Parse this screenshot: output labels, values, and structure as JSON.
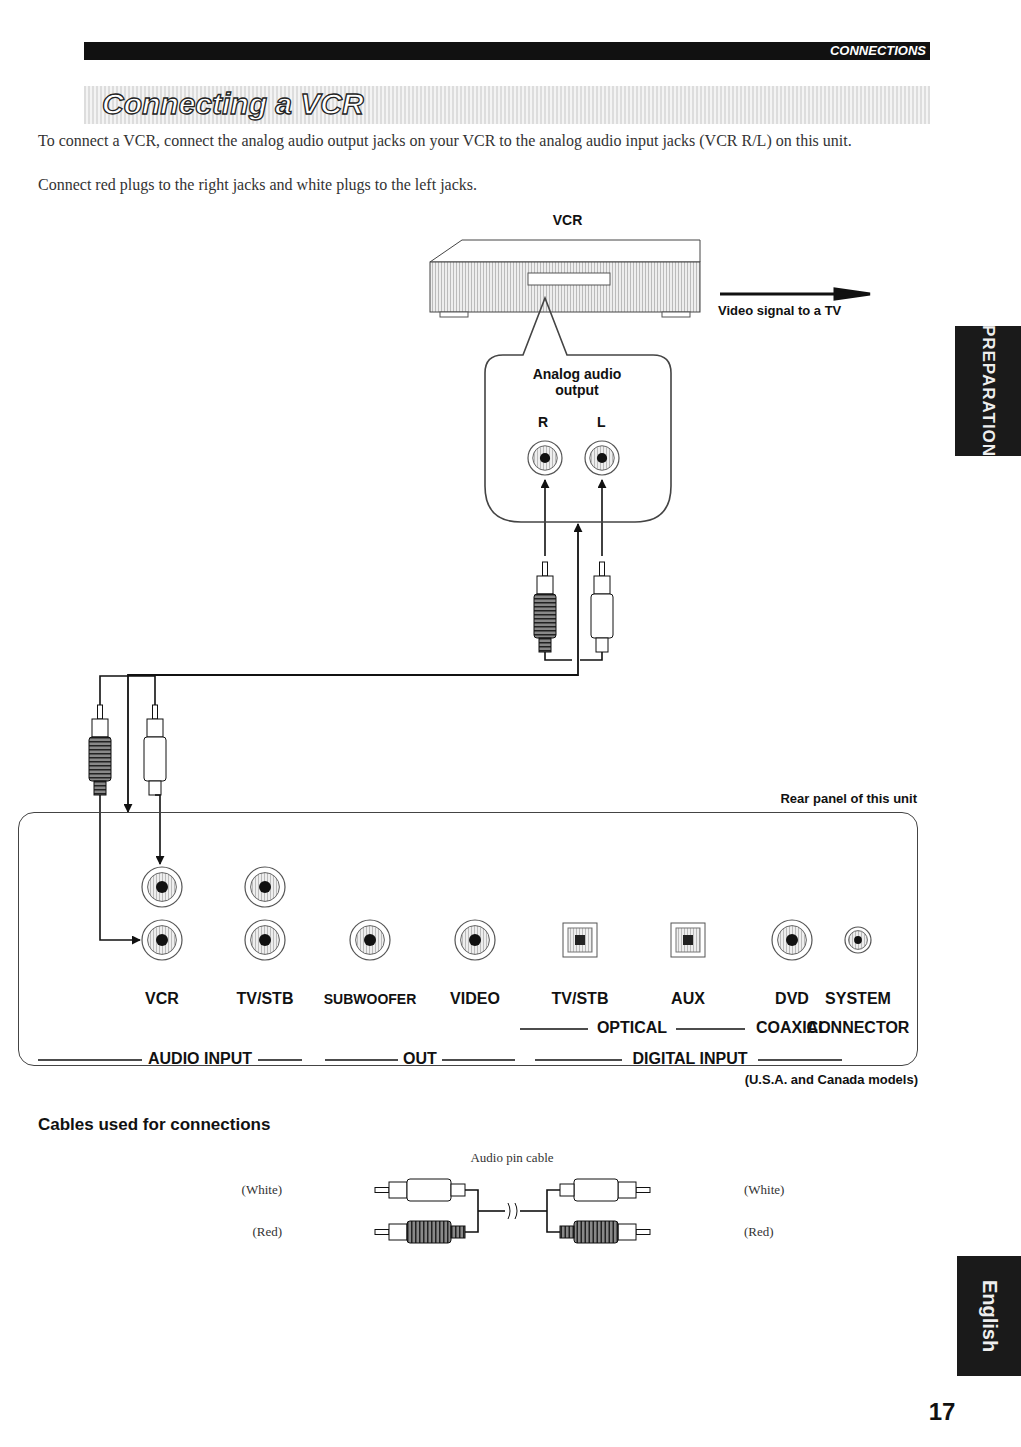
{
  "diagram": {
    "title": "Connecting a VCR",
    "nodes": [
      {
        "text": [
          "CONNECTIONS"
        ]
      },
      {
        "text": [
          "Connecting a VCR"
        ]
      },
      {
        "text": [
          "VCR"
        ]
      },
      {
        "text": [
          "Analog audio output",
          "R",
          "L"
        ]
      },
      {
        "text": [
          "Rear panel of this unit"
        ]
      },
      {
        "text": [
          "PREPARATION"
        ]
      },
      {
        "text": [
          "English"
        ]
      }
    ],
    "edges": [
      {
        "from": 3,
        "to": 4,
        "arrow": "both"
      }
    ],
    "labels": [
      "To connect a VCR, connect the analog audio output jacks on your VCR to the analog audio input jacks (VCR R/L) on this unit.",
      "Connect red plugs to the right jacks and white plugs to the left jacks.",
      "Video signal to a TV",
      "VCR",
      "TV/STB",
      "SUBWOOFER",
      "VIDEO",
      "TV/STB",
      "AUX",
      "DVD",
      "SYSTEM",
      "OPTICAL",
      "COAXIAL",
      "CONNECTOR",
      "AUDIO INPUT",
      "OUT",
      "DIGITAL INPUT",
      "(U.S.A. and Canada models)",
      "Cables used for connections",
      "Audio pin cable",
      "(White)",
      "(Red)",
      "(White)",
      "(Red)",
      "17"
    ]
  }
}
